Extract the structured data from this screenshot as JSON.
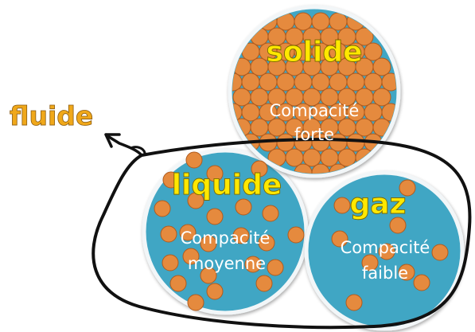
{
  "labels": {
    "fluide": "fluide",
    "solid": {
      "title": "solide",
      "line1": "Compacité",
      "line2": "forte"
    },
    "liquid": {
      "title": "liquide",
      "line1": "Compacité",
      "line2": "moyenne"
    },
    "gas": {
      "title": "gaz",
      "line1": "Compacité",
      "line2": "faible"
    }
  },
  "colors": {
    "circle_fill": "#3fa6c4",
    "circle_border": "#f2f6f8",
    "particle_fill": "#e58a3e",
    "particle_stroke": "#b05b1d",
    "title_fill": "#ffe800",
    "fluide_color": "#f0a81a",
    "subtitle_color": "#ffffff",
    "outline": "#111111"
  }
}
